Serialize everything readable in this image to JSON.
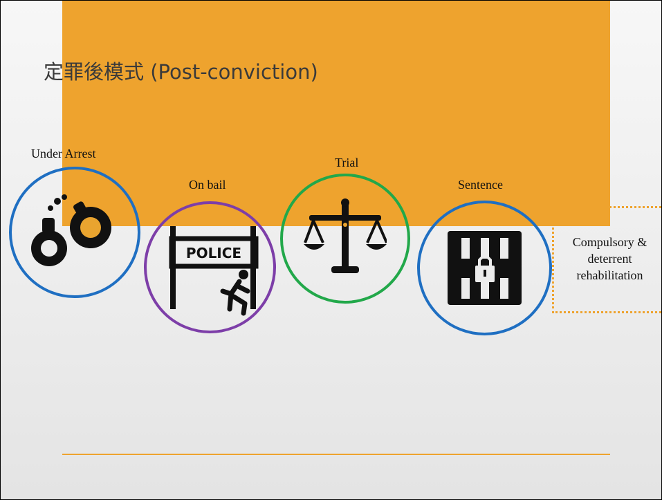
{
  "slide": {
    "title": "定罪後模式 (Post-conviction)",
    "accent_color": "#eea32e"
  },
  "stages": [
    {
      "label": "Under Arrest",
      "icon": "handcuffs-icon",
      "ring_color": "#1f6fc2"
    },
    {
      "label": "On bail",
      "icon": "police-barrier-icon",
      "ring_color": "#7d3ea8"
    },
    {
      "label": "Trial",
      "icon": "scales-icon",
      "ring_color": "#22a84a"
    },
    {
      "label": "Sentence",
      "icon": "jail-cell-icon",
      "ring_color": "#1f6fc2"
    }
  ],
  "outcome": {
    "text": "Compulsory & deterrent rehabilitation"
  },
  "police_sign_text": "POLICE"
}
